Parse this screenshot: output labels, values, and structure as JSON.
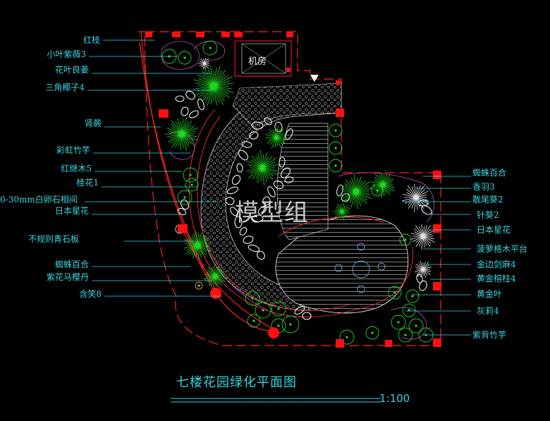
{
  "drawing": {
    "title": "七楼花园绿化平面图",
    "scale": "1:100",
    "room_label": "机房",
    "watermark": "模型组"
  },
  "labels_left": [
    "红枝",
    "小叶紫薇3",
    "花叶良姜",
    "三角椰子4",
    "肾蕨",
    "彩虹竹芋",
    "红继木5",
    "桂花1",
    "0-30mm白卵石相间",
    "日本星花",
    "不规则青石板",
    "蜘蛛百合",
    "紫花马樱丹",
    "含笑8"
  ],
  "labels_right": [
    "蜘蛛百合",
    "香羽3",
    "散尾葵2",
    "针葵2",
    "日本星花",
    "菠萝格木平台",
    "金边剑麻4",
    "黄金榕柱4",
    "黄金叶",
    "灰莉4",
    "紫背竹芋"
  ],
  "colors": {
    "background": "#000000",
    "leader": "#36d6e0",
    "boundary": "#ff2020",
    "pillar": "#ff1010",
    "deck": "#b8b8b8",
    "plant_green": "#1fdc1f",
    "plant_white": "#e8e8e8",
    "curve_magenta": "#c050c0",
    "path_grid": "#c8c8c8"
  }
}
